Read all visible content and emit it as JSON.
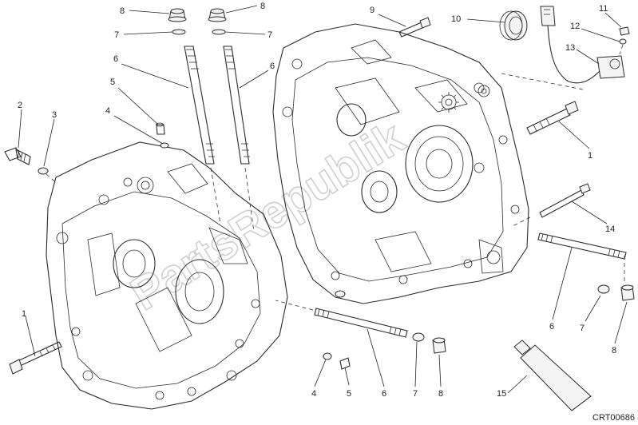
{
  "diagram_code": "CRT00686",
  "watermark": "PartsRepublik",
  "callouts": {
    "c1a": "1",
    "c1b": "1",
    "c2": "2",
    "c3": "3",
    "c4a": "4",
    "c4b": "4",
    "c5a": "5",
    "c5b": "5",
    "c6a": "6",
    "c6b": "6",
    "c6c": "6",
    "c6d": "6",
    "c7a": "7",
    "c7b": "7",
    "c7c": "7",
    "c7d": "7",
    "c8a": "8",
    "c8b": "8",
    "c8c": "8",
    "c8d": "8",
    "c9": "9",
    "c10": "10",
    "c11": "11",
    "c12": "12",
    "c13": "13",
    "c14": "14",
    "c15": "15"
  }
}
